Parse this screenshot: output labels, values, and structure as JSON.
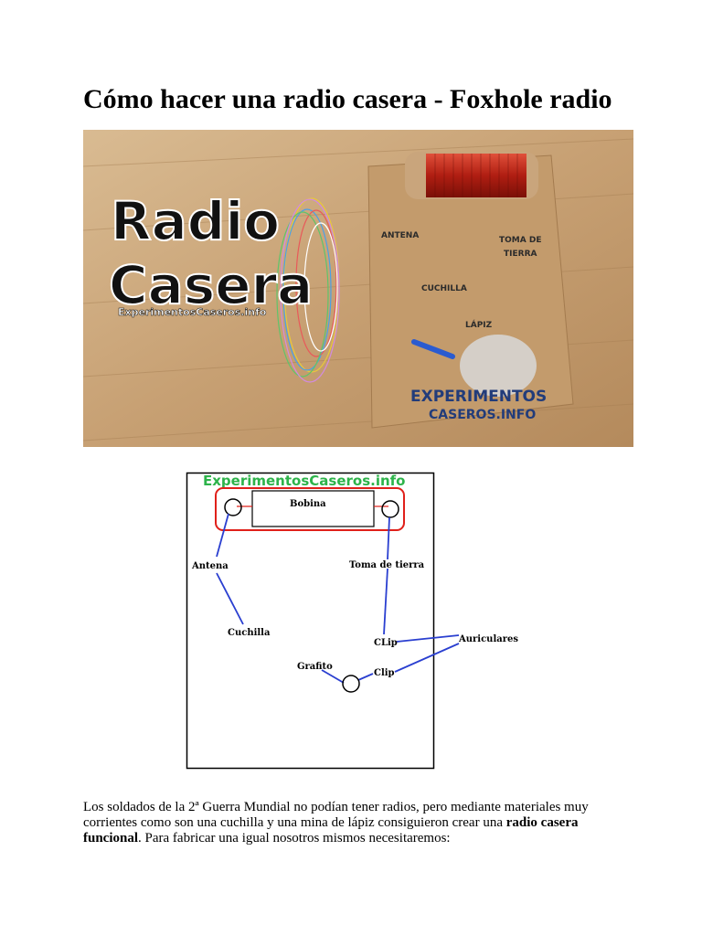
{
  "article": {
    "title": "Cómo hacer una radio casera - Foxhole radio",
    "paragraph": {
      "text_1": "Los soldados de la 2ª Guerra Mundial no podían tener radios, pero mediante materiales muy corrientes como son una cuchilla y una mina de lápiz consiguieron crear una ",
      "bold_1": "radio casera funcional",
      "text_2": ". Para fabricar una igual nosotros mismos necesitaremos:"
    }
  },
  "photo": {
    "overlay_line1": "Radio",
    "overlay_line2": "Casera",
    "overlay_site": "ExperimentosCaseros.info",
    "board_antena": "ANTENA",
    "board_toma": "TOMA DE",
    "board_tierra": "TIERRA",
    "board_cuchilla": "CUCHILLA",
    "board_lapiz": "LÁPIZ",
    "board_footer1": "EXPERIMENTOS",
    "board_footer2": "CASEROS.INFO"
  },
  "diagram": {
    "header": "ExperimentosCaseros.info",
    "bobina": "Bobina",
    "antena": "Antena",
    "toma_tierra": "Toma de tierra",
    "cuchilla": "Cuchilla",
    "clip_upper": "CLip",
    "auriculares": "Auriculares",
    "grafito": "Grafito",
    "clip_lower": "Clip",
    "colors": {
      "header_green": "#2db34a",
      "frame_red": "#e0201a",
      "wire_blue": "#2a3fd0"
    }
  }
}
